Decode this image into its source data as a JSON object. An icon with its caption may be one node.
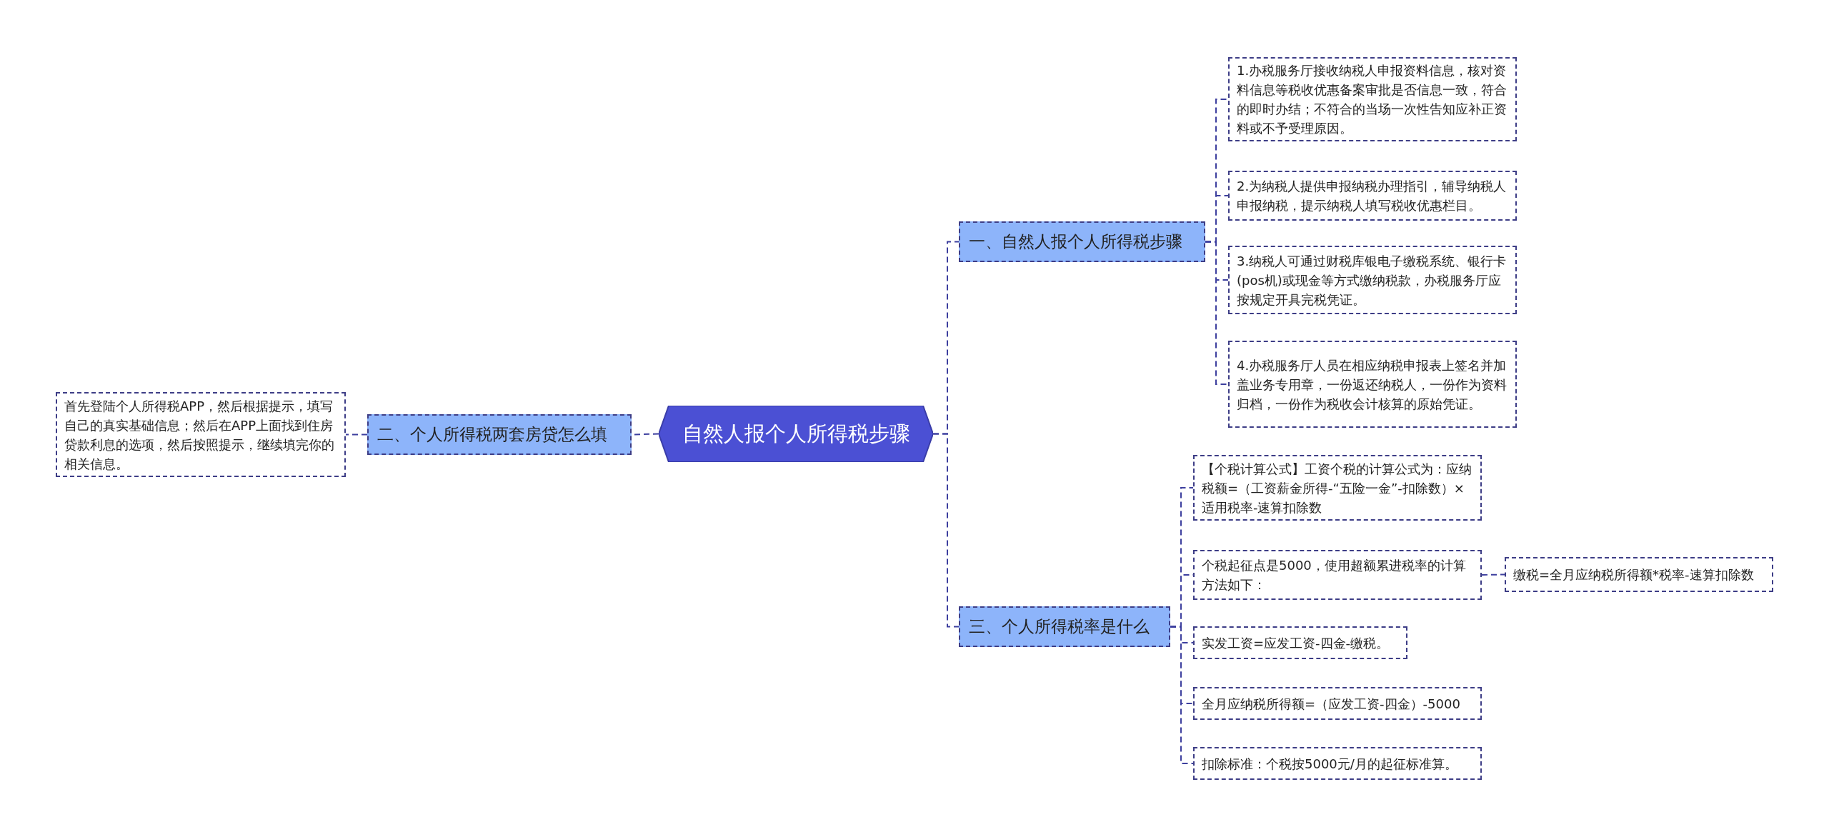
{
  "diagram": {
    "nodes": [
      {
        "text": [
          "自然人报个人所得税步骤"
        ]
      },
      {
        "text": [
          "一、自然人报个人所得税步骤"
        ]
      },
      {
        "text": [
          "1.办税服务厅接收纳税人申报资料信息，核对资料信息等税收优惠备案审批是否信息一致，符合的即时办结；不符合的当场一次性告知应补正资料或不予受理原因。"
        ]
      },
      {
        "text": [
          "2.为纳税人提供申报纳税办理指引，辅导纳税人申报纳税，提示纳税人填写税收优惠栏目。"
        ]
      },
      {
        "text": [
          "3.纳税人可通过财税库银电子缴税系统、银行卡(pos机)或现金等方式缴纳税款，办税服务厅应按规定开具完税凭证。"
        ]
      },
      {
        "text": [
          "4.办税服务厅人员在相应纳税申报表上签名并加盖业务专用章，一份返还纳税人，一份作为资料归档，一份作为税收会计核算的原始凭证。"
        ]
      },
      {
        "text": [
          "二、个人所得税两套房贷怎么填"
        ]
      },
      {
        "text": [
          "首先登陆个人所得税APP，然后根据提示，填写自己的真实基础信息；然后在APP上面找到住房贷款利息的选项，然后按照提示，继续填完你的相关信息。"
        ]
      },
      {
        "text": [
          "三、个人所得税率是什么"
        ]
      },
      {
        "text": [
          "【个税计算公式】工资个税的计算公式为：应纳税额=（工资薪金所得-“五险一金”-扣除数）×适用税率-速算扣除数"
        ]
      },
      {
        "text": [
          "个税起征点是5000，使用超额累进税率的计算方法如下："
        ]
      },
      {
        "text": [
          "实发工资=应发工资-四金-缴税。"
        ]
      },
      {
        "text": [
          "全月应纳税所得额=（应发工资-四金）-5000"
        ]
      },
      {
        "text": [
          "扣除标准：个税按5000元/月的起征标准算。"
        ]
      },
      {
        "text": [
          "缴税=全月应纳税所得额*税率-速算扣除数"
        ]
      }
    ],
    "edges": [
      {
        "from": 0,
        "to": 1,
        "arrow": "none"
      },
      {
        "from": 1,
        "to": 2,
        "arrow": "none"
      },
      {
        "from": 1,
        "to": 3,
        "arrow": "none"
      },
      {
        "from": 1,
        "to": 4,
        "arrow": "none"
      },
      {
        "from": 1,
        "to": 5,
        "arrow": "none"
      },
      {
        "from": 0,
        "to": 6,
        "arrow": "none"
      },
      {
        "from": 6,
        "to": 7,
        "arrow": "none"
      },
      {
        "from": 0,
        "to": 8,
        "arrow": "none"
      },
      {
        "from": 8,
        "to": 9,
        "arrow": "none"
      },
      {
        "from": 8,
        "to": 10,
        "arrow": "none"
      },
      {
        "from": 8,
        "to": 11,
        "arrow": "none"
      },
      {
        "from": 8,
        "to": 12,
        "arrow": "none"
      },
      {
        "from": 8,
        "to": 13,
        "arrow": "none"
      },
      {
        "from": 10,
        "to": 14,
        "arrow": "none"
      }
    ]
  }
}
